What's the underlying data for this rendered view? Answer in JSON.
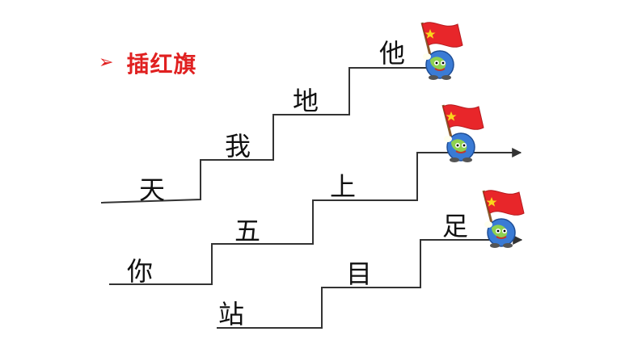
{
  "title": {
    "bullet": "➢",
    "text": "插红旗"
  },
  "stairs": [
    {
      "steps": [
        "天",
        "我",
        "地",
        "他"
      ],
      "flag": true
    },
    {
      "steps": [
        "你",
        "五",
        "上"
      ],
      "flag": true
    },
    {
      "steps": [
        "站",
        "目",
        "足"
      ],
      "flag": true
    }
  ],
  "colors": {
    "accent": "#e02020",
    "flag": "#e8262a",
    "star": "#f9d71c",
    "globe": "#3a7bd5"
  },
  "icons": [
    "bullet-arrow-icon",
    "flag-globe-icon"
  ]
}
